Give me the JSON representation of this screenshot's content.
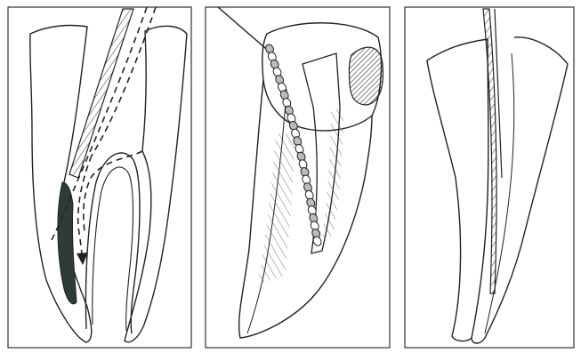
{
  "figure": {
    "panels": [
      {
        "id": "left",
        "depicts": "tooth-roots-with-ledge-and-file-path"
      },
      {
        "id": "middle",
        "depicts": "tooth-with-spiral-file-in-canal"
      },
      {
        "id": "right",
        "depicts": "single-root-with-straight-file"
      }
    ],
    "colors": {
      "line": "#222222",
      "background": "#ffffff",
      "frame": "#333333",
      "fill_dark": "#2e3b36"
    }
  }
}
